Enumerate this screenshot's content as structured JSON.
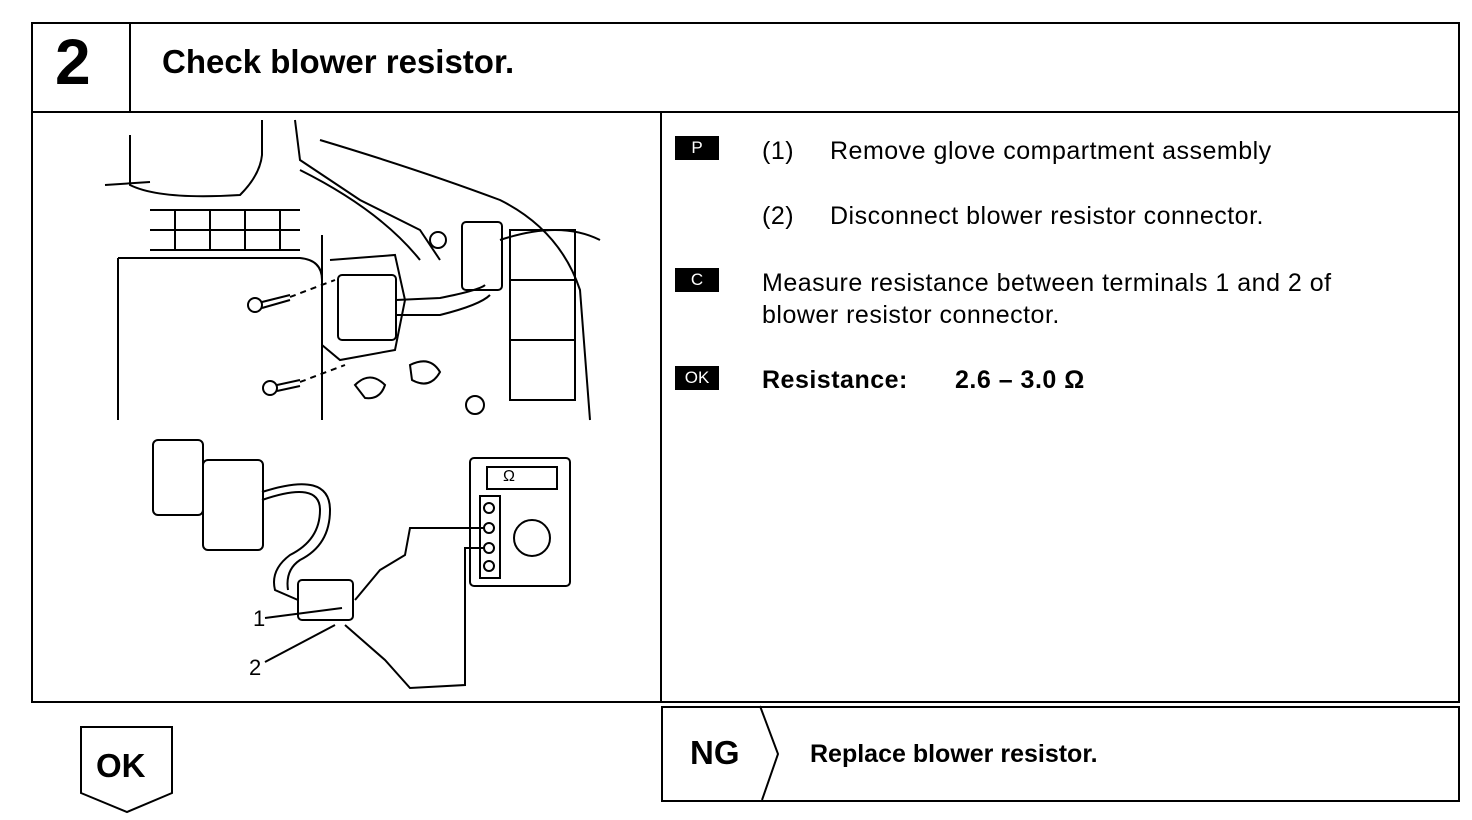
{
  "header": {
    "step_number": "2",
    "title": "Check blower resistor."
  },
  "instructions": {
    "p_icon": "P",
    "p_step1_num": "(1)",
    "p_step1_text": "Remove glove compartment assembly",
    "p_step2_num": "(2)",
    "p_step2_text": "Disconnect blower resistor connector.",
    "c_icon": "C",
    "c_text_line1": "Measure resistance between terminals 1 and 2 of",
    "c_text_line2": "blower resistor connector.",
    "ok_icon": "OK",
    "spec_label": "Resistance:",
    "spec_value": "2.6 – 3.0 Ω"
  },
  "illustration": {
    "meter_symbol": "Ω",
    "terminal_1": "1",
    "terminal_2": "2"
  },
  "footer": {
    "ok_label": "OK",
    "ng_label": "NG",
    "ng_action": "Replace blower resistor."
  }
}
